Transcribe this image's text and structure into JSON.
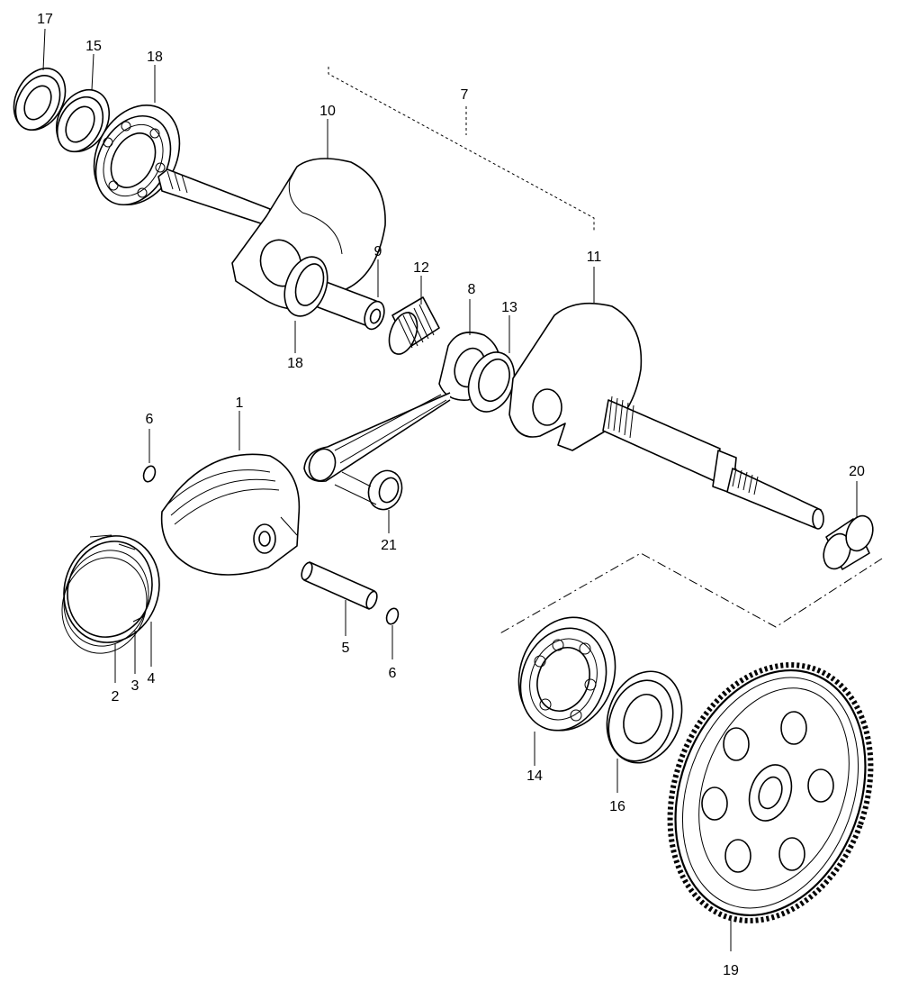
{
  "callouts": [
    {
      "id": "c17a",
      "text": "17"
    },
    {
      "id": "c15",
      "text": "15"
    },
    {
      "id": "c18a",
      "text": "18"
    },
    {
      "id": "c7",
      "text": "7"
    },
    {
      "id": "c10",
      "text": "10"
    },
    {
      "id": "c9",
      "text": "9"
    },
    {
      "id": "c12",
      "text": "12"
    },
    {
      "id": "c11",
      "text": "11"
    },
    {
      "id": "c8",
      "text": "8"
    },
    {
      "id": "c13",
      "text": "13"
    },
    {
      "id": "c18b",
      "text": "18"
    },
    {
      "id": "c6a",
      "text": "6"
    },
    {
      "id": "c1",
      "text": "1"
    },
    {
      "id": "c20",
      "text": "20"
    },
    {
      "id": "c21",
      "text": "21"
    },
    {
      "id": "c5",
      "text": "5"
    },
    {
      "id": "c6b",
      "text": "6"
    },
    {
      "id": "c2",
      "text": "2"
    },
    {
      "id": "c3",
      "text": "3"
    },
    {
      "id": "c4",
      "text": "4"
    },
    {
      "id": "c14",
      "text": "14"
    },
    {
      "id": "c16",
      "text": "16"
    },
    {
      "id": "c19",
      "text": "19"
    }
  ]
}
